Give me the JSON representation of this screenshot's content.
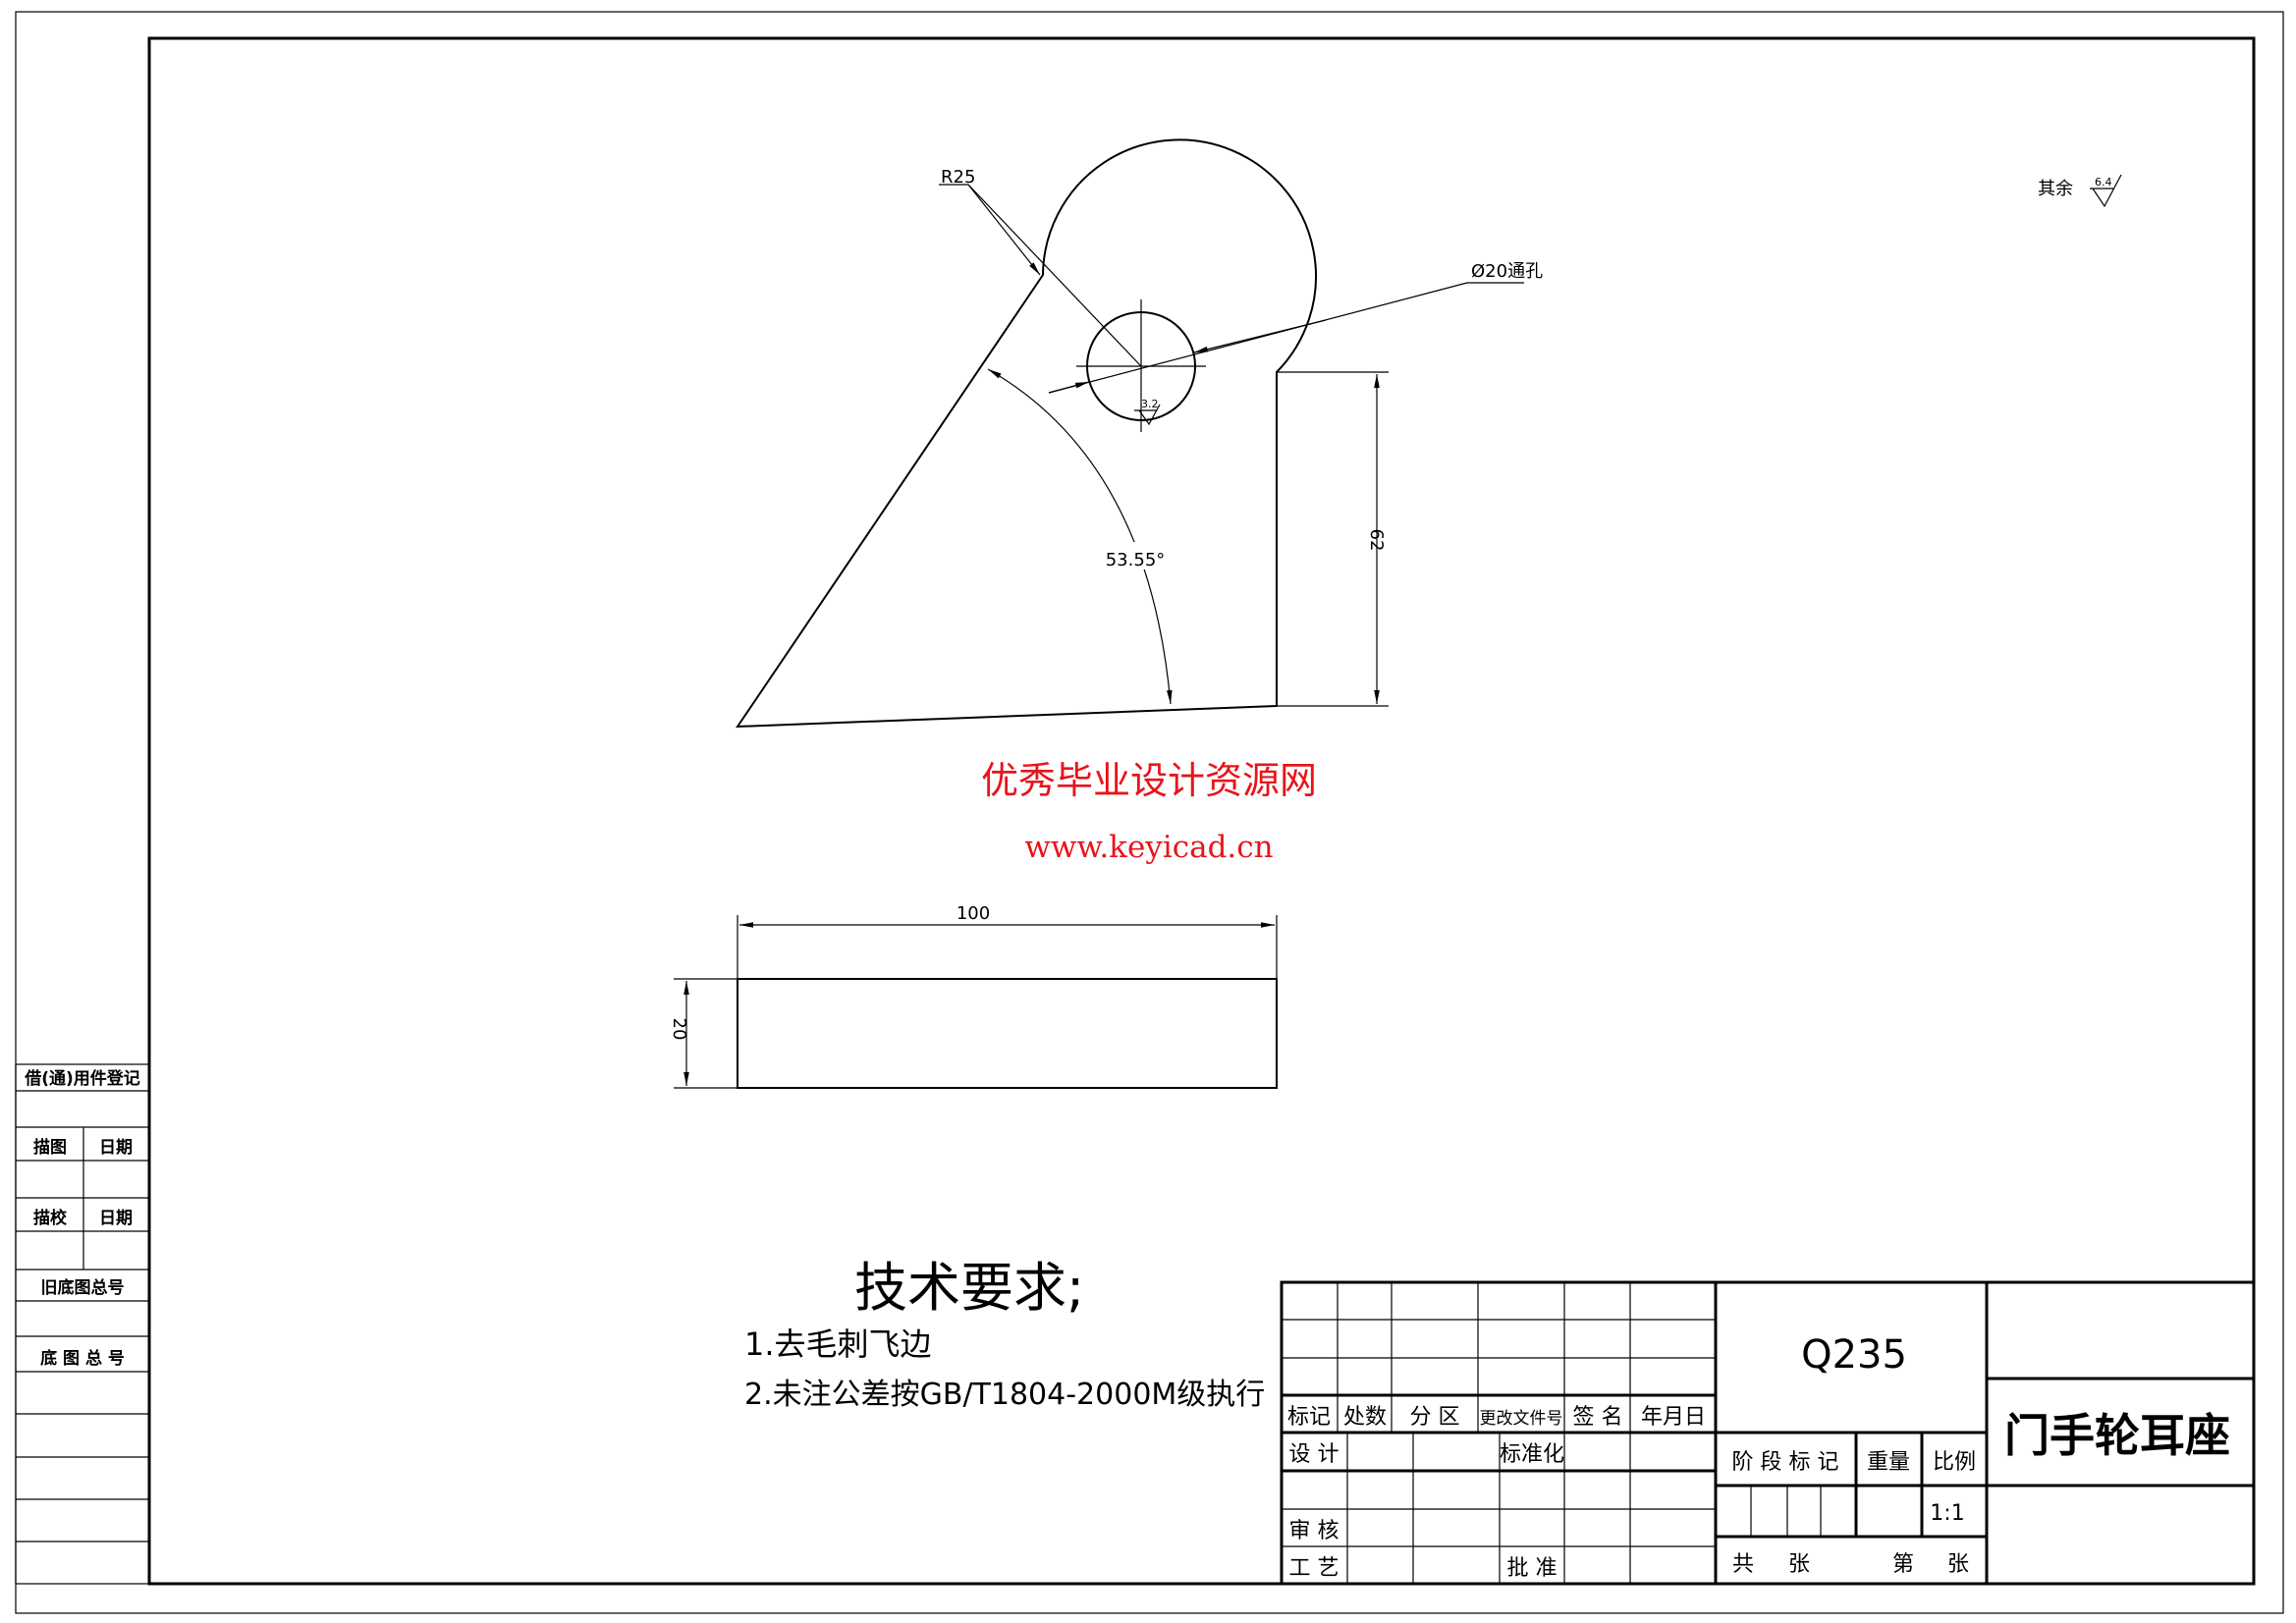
{
  "drawing": {
    "radius_label": "R25",
    "hole_label": "Ø20通孔",
    "hole_roughness": "3.2",
    "angle_label": "53.55°",
    "height_dim": "62",
    "length_dim": "100",
    "thickness_dim": "20",
    "other_roughness_label": "其余",
    "other_roughness_value": "6.4"
  },
  "watermark": {
    "name": "优秀毕业设计资源网",
    "url": "www.keyicad.cn",
    "color": "#e8141a"
  },
  "tech_requirements": {
    "title": "技术要求;",
    "items": [
      "1.去毛刺飞边",
      "2.未注公差按GB/T1804-2000M级执行"
    ]
  },
  "left_column": {
    "register": "借(通)用件登记",
    "trace": "描图",
    "trace_date": "日期",
    "check": "描校",
    "check_date": "日期",
    "old_base_no": "旧底图总号",
    "base_no": "底 图 总 号"
  },
  "title_block": {
    "mark": "标记",
    "count": "处数",
    "zone": "分 区",
    "change_doc": "更改文件号",
    "signature": "签 名",
    "date": "年月日",
    "design": "设 计",
    "standardize": "标准化",
    "review": "审 核",
    "process": "工 艺",
    "approve": "批 准",
    "material": "Q235",
    "stage_mark": "阶 段 标 记",
    "weight": "重量",
    "scale_label": "比例",
    "scale": "1:1",
    "total": "共",
    "sheets": "张",
    "sheet_no": "第",
    "sheet": "张",
    "part_name": "门手轮耳座"
  }
}
